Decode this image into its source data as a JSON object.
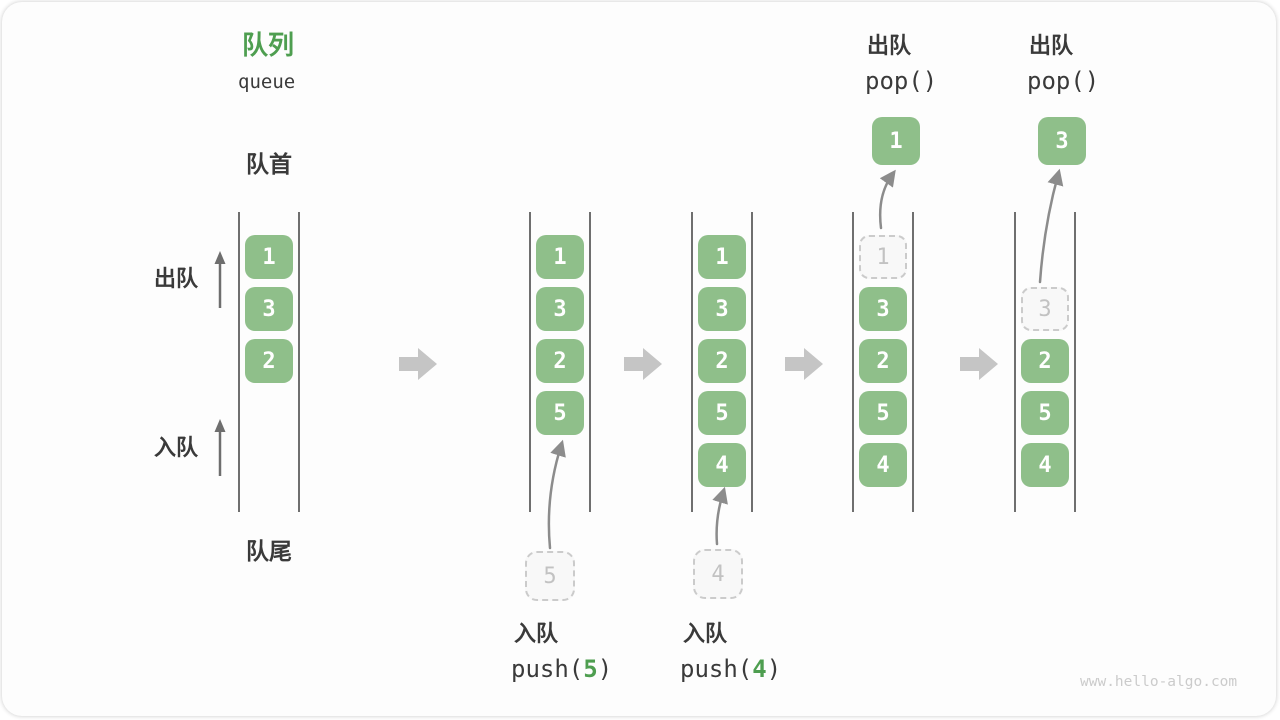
{
  "title": {
    "zh": "队列",
    "en": "queue"
  },
  "labels": {
    "front": "队首",
    "rear": "队尾",
    "dequeue": "出队",
    "enqueue": "入队"
  },
  "ops": {
    "enqueue_5": {
      "label": "入队",
      "fn_open": "push(",
      "arg": "5",
      "fn_close": ")"
    },
    "enqueue_4": {
      "label": "入队",
      "fn_open": "push(",
      "arg": "4",
      "fn_close": ")"
    },
    "dequeue_1": {
      "label": "出队",
      "code": "pop()"
    },
    "dequeue_3": {
      "label": "出队",
      "code": "pop()"
    }
  },
  "states": [
    {
      "name": "initial",
      "cells": [
        "1",
        "3",
        "2"
      ]
    },
    {
      "name": "after-push-5",
      "cells": [
        "1",
        "3",
        "2",
        "5"
      ],
      "incoming": "5"
    },
    {
      "name": "after-push-4",
      "cells": [
        "1",
        "3",
        "2",
        "5",
        "4"
      ],
      "incoming": "4"
    },
    {
      "name": "after-pop-1",
      "ghost": "1",
      "cells": [
        "3",
        "2",
        "5",
        "4"
      ],
      "popped": "1"
    },
    {
      "name": "after-pop-3",
      "ghost": "3",
      "cells": [
        "2",
        "5",
        "4"
      ],
      "popped": "3"
    }
  ],
  "watermark": "www.hello-algo.com",
  "colors": {
    "accent_green": "#4E9E50",
    "box_green": "#8FBF8A",
    "block_arrow_gray": "#C5C5C5",
    "curve_arrow_gray": "#8C8C8C",
    "wall_gray": "#6F6F6F",
    "ghost_gray": "#CBCBCB",
    "text_dark": "#3A3A3A"
  }
}
